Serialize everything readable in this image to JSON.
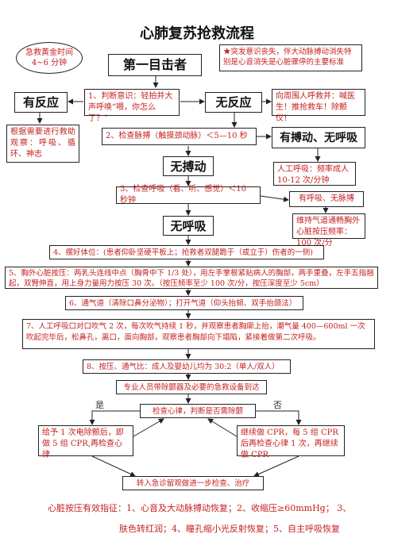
{
  "title": "心肺复苏抢救流程",
  "golden_time": "急救黄金时间 4~6 分钟",
  "note": "★突发意识丧失，伴大动脉搏动消失特别是心音消失是心脏骤停的主要标准",
  "first_witness": "第一目击者",
  "step1": "1、判断意识：轻拍并大声呼唤“喂，你怎么了？”",
  "responsive": "有反应",
  "unresponsive": "无反应",
  "call_help": "向周围人呼救并：喊医生！推抢救车！除颤仪！",
  "observe": "根据需要进行救助观察：呼吸、循环、神志",
  "step2": "2、检查脉搏（触摸颈动脉）＜5—10 秒",
  "pulse_no_breath": "有搏动、无呼吸",
  "no_pulse": "无搏动",
  "rescue_breathing": "人工呼吸：频率成人 10-12 次/分钟",
  "step3": "3、检查呼吸（看、听、感觉）＜10 秒钟",
  "breath_no_pulse": "有呼吸、无脉搏",
  "no_breathing": "无呼吸",
  "airway_compress": "维持气道通畅胸外心脏按压频率：100 次/分",
  "step4": "4、摆好体位：(患者仰卧坚硬平板上；抢救者双腿跪于（或立于）伤者的一侧)",
  "step5": "5、胸外心脏按压：两乳头连线中点（胸骨中下 1/3 处），用左手掌根紧贴病人的胸部，两手重叠，左手五指翘起，双臂伸直，用上身力量用力按压 30 次。（按压频率至少 100 次/分，按压深度至少 5cm）",
  "step6": "6、通气道（清除口鼻分泌物）；打开气道（仰头抬颏、双手抬颌法）",
  "step7": "7、人工呼吸口对口吹气 2 次，每次吹气持续 1 秒，并观察患者胸廓上抬，潮气量 400—600ml 一次吹起完毕后，松鼻孔，离口，面向胸部，观察患者胸部向下塌陷，紧接着做第二次呼吸。",
  "step8": "8、按压、通气比：成人及婴幼儿均为 30:2（单人/双人）",
  "staff_arrive": "专业人员带除颤器及必要的急救设备到达",
  "yes": "是",
  "no": "否",
  "check_rhythm": "检查心律，判断是否需除颤",
  "shock": "给予 1 次电除颤后，即做 5 组 CPR,再检查心律",
  "continue_cpr": "继续做 CPR，每 5 组 CPR 后再检查心律 1 次，再继续做 CPR",
  "transfer": "转入急诊留观做进一步检查、治疗",
  "footer_line1": "心脏按压有效指征：1、心音及大动脉搏动恢复；2、收缩压≥60mmHg；          3、",
  "footer_line2": "肤色转红润；4、瞳孔缩小光反射恢复；5、自主呼吸恢复"
}
